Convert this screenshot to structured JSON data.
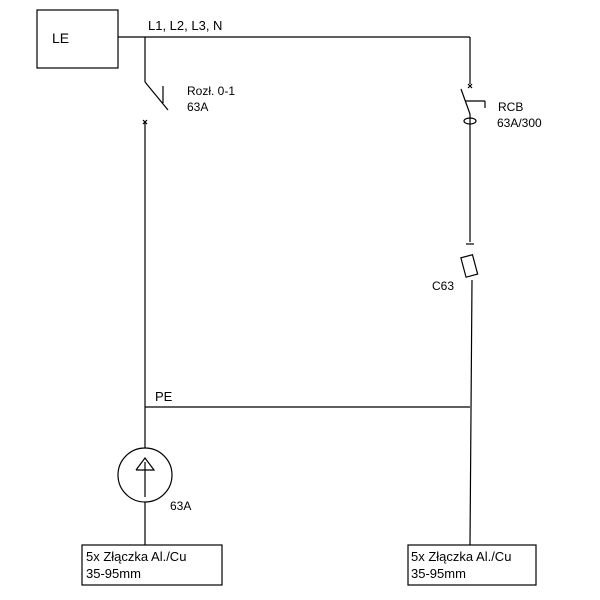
{
  "supply": {
    "box_label": "LE",
    "bus_label": "L1, L2, L3, N"
  },
  "switch": {
    "name": "Rozł. 0-1",
    "rating": "63A"
  },
  "rcb": {
    "name": "RCB",
    "rating": "63A/300"
  },
  "breaker": {
    "name": "C63"
  },
  "pe": {
    "label": "PE"
  },
  "socket": {
    "rating": "63A"
  },
  "terminals": [
    {
      "line1": "5x Złączka Al./Cu",
      "line2": "35-95mm"
    },
    {
      "line1": "5x Złączka Al./Cu",
      "line2": "35-95mm"
    }
  ],
  "colors": {
    "line": "#000000",
    "background": "#ffffff"
  }
}
